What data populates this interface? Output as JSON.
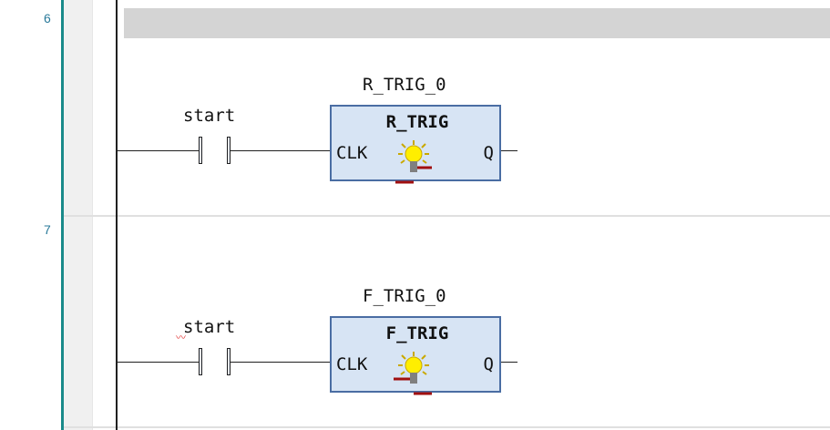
{
  "rungs": [
    {
      "number": "6",
      "contact": {
        "variable": "start"
      },
      "function_block": {
        "instance": "R_TRIG_0",
        "type": "R_TRIG",
        "input_pin": "CLK",
        "output_pin": "Q"
      }
    },
    {
      "number": "7",
      "contact": {
        "variable": "start"
      },
      "function_block": {
        "instance": "F_TRIG_0",
        "type": "F_TRIG",
        "input_pin": "CLK",
        "output_pin": "Q"
      }
    }
  ],
  "colors": {
    "gutter_line": "#1a8a8a",
    "fb_fill": "#d7e4f4",
    "fb_border": "#4a6da3",
    "bulb": "#ffee00",
    "marker": "#a01010"
  },
  "icons": [
    "breakpoint-bulb-icon"
  ]
}
